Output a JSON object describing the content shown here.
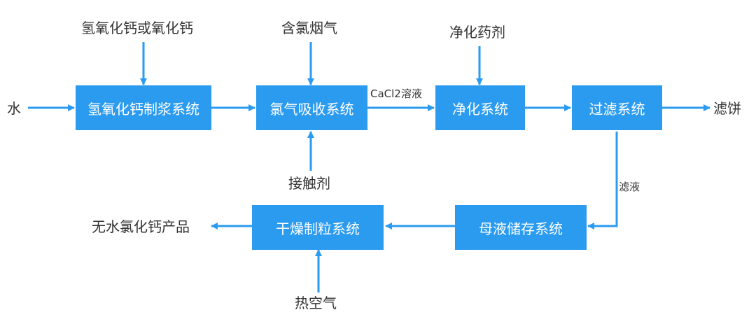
{
  "colors": {
    "box_fill": "#2b9bf0",
    "box_text": "#ffffff",
    "arrow": "#2b9bf0",
    "label_text": "#333333"
  },
  "nodes": {
    "slurry": "氢氧化钙制浆系统",
    "absorb": "氯气吸收系统",
    "purify": "净化系统",
    "filter": "过滤系统",
    "storage": "母液储存系统",
    "dry": "干燥制粒系统"
  },
  "labels": {
    "water": "水",
    "lime": "氢氧化钙或氧化钙",
    "flue_gas": "含氯烟气",
    "catalyst": "接触剂",
    "cacl2": "CaCl2溶液",
    "agent": "净化药剂",
    "cake": "滤饼",
    "filtrate": "滤液",
    "product": "无水氯化钙产品",
    "hot_air": "热空气"
  }
}
